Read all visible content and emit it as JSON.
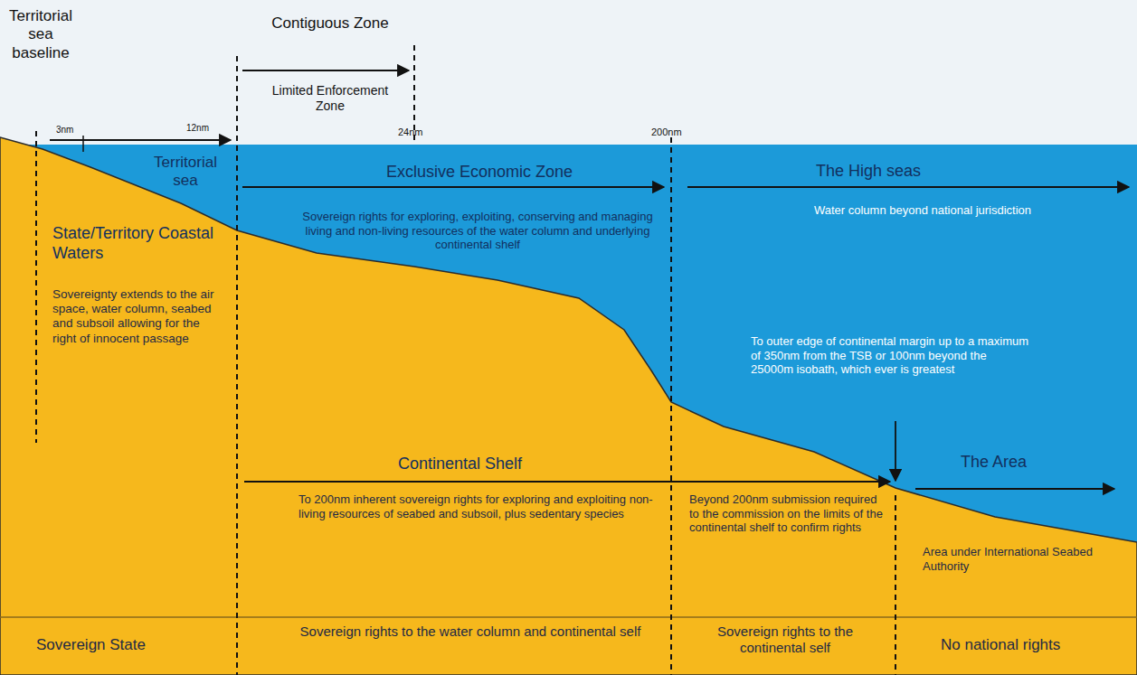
{
  "diagram": {
    "labels": [
      "Territorial sea baseline",
      "3nm",
      "12nm",
      "Contiguous Zone",
      "Limited Enforcement Zone",
      "24nm",
      "200nm",
      "Territorial sea",
      "State/Territory Coastal Waters",
      "Sovereignty extends to the air space, water column, seabed and subsoil allowing for the right of innocent passage",
      "Exclusive Economic Zone",
      "Sovereign rights for exploring, exploiting, conserving and managing living and non-living resources of the water column and underlying continental shelf",
      "The High seas",
      "Water column beyond national jurisdiction",
      "To outer edge of continental margin up to a maximum of 350nm from the TSB or 100nm beyond the 25000m isobath, which ever is greatest",
      "Continental Shelf",
      "To 200nm inherent sovereign rights for exploring and exploiting non-living resources of seabed and subsoil, plus sedentary species",
      "Beyond 200nm submission required to the commission on the limits of the continental shelf to confirm rights",
      "The Area",
      "Area under International Seabed Authority",
      "Sovereign State",
      "Sovereign rights to the water column and continental self",
      "Sovereign rights to the continental self",
      "No national rights"
    ]
  }
}
